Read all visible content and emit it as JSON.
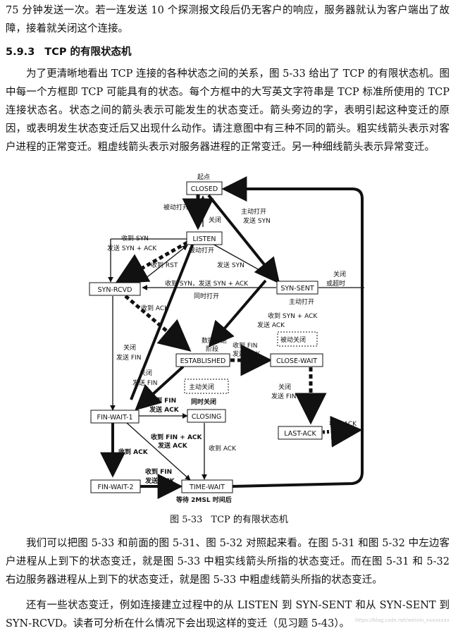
{
  "page": {
    "intro_text": "75 分钟发送一次。若一连发送 10 个探测报文段后仍无客户的响应，服务器就认为客户端出了故障，接着就关闭这个连接。",
    "section_number": "5.9.3",
    "section_title": "TCP 的有限状态机",
    "description": "为了更清晰地看出 TCP 连接的各种状态之间的关系，图 5-33 给出了 TCP 的有限状态机。图中每一个方框即 TCP 可能具有的状态。每个方框中的大写英文字符串是 TCP 标准所使用的 TCP 连接状态名。状态之间的箭头表示可能发生的状态变迁。箭头旁边的字，表明引起这种变迁的原因，或表明发生状态变迁后又出现什么动作。请注意图中有三种不同的箭头。粗实线箭头表示对客户进程的正常变迁。粗虚线箭头表示对服务器进程的正常变迁。另一种细线箭头表示异常变迁。",
    "figure_number": "图 5-33",
    "figure_caption": "TCP 的有限状态机",
    "comparison_text": "我们可以把图 5-33 和前面的图 5-31、图 5-32 对照起来看。在图 5-31 和图 5-32 中左边客户进程从上到下的状态变迁，就是图 5-33 中粗实线箭头所指的状态变迁。而在图 5-31 和 5-32 右边服务器进程从上到下的状态变迁，就是图 5-33 中粗虚线箭头所指的状态变迁。",
    "closing_text": "还有一些状态变迁，例如连接建立过程中的从 LISTEN 到 SYN-SENT 和从 SYN-SENT 到 SYN-RCVD。读者可分析在什么情况下会出现这样的变迁（见习题 5-43）。",
    "watermark": "https://blog.csdn.net/weixin_xxxxxxxx"
  },
  "diagram": {
    "states": {
      "closed": "CLOSED",
      "listen": "LISTEN",
      "syn_rcvd": "SYN-RCVD",
      "syn_sent": "SYN-SENT",
      "established": "ESTABLISHED",
      "close_wait": "CLOSE-WAIT",
      "fin_wait_1": "FIN-WAIT-1",
      "closing": "CLOSING",
      "last_ack": "LAST-ACK",
      "fin_wait_2": "FIN-WAIT-2",
      "time_wait": "TIME-WAIT"
    },
    "labels": {
      "start": "起点",
      "passive_open": "被动打开",
      "close_listen": "关闭",
      "active_open": "主动打开",
      "send_syn_1": "发送 SYN",
      "recv_syn": "收到 SYN",
      "send_syn_ack": "发送 SYN + ACK",
      "passive_open_2": "被动打开",
      "recv_rst": "收到 RST",
      "send_syn_2": "发送 SYN",
      "close_or_timeout_1": "关闭",
      "close_or_timeout_2": "或超时",
      "simul_recv": "收到 SYN，发送 SYN + ACK",
      "simul_open": "同时打开",
      "active_open_2": "主动打开",
      "recv_ack_1": "收到 ACK",
      "recv_syn_ack_1": "收到 SYN + ACK",
      "send_ack_1": "发送 ACK",
      "passive_close": "被动关闭",
      "close_1": "关闭",
      "send_fin_1": "发送 FIN",
      "data_transfer_1": "数据传送",
      "data_transfer_2": "阶段",
      "recv_fin_1": "收到 FIN",
      "send_ack_2": "发送 ACK",
      "close_2": "关闭",
      "send_fin_2": "发送 FIN",
      "active_close": "主动关闭",
      "close_3": "关闭",
      "send_fin_3": "发送 FIN",
      "recv_fin_2": "收到 FIN",
      "send_ack_3": "发送 ACK",
      "simul_close": "同时关闭",
      "recv_ack_2": "收到 ACK",
      "recv_fin_ack_1": "收到 FIN + ACK",
      "send_ack_4": "发送 ACK",
      "recv_ack_3": "收到 ACK",
      "recv_ack_4": "收到 ACK",
      "recv_fin_3": "收到 FIN",
      "send_ack_5": "发送 ACK",
      "wait_2msl": "等待 2MSL 时间后"
    }
  }
}
